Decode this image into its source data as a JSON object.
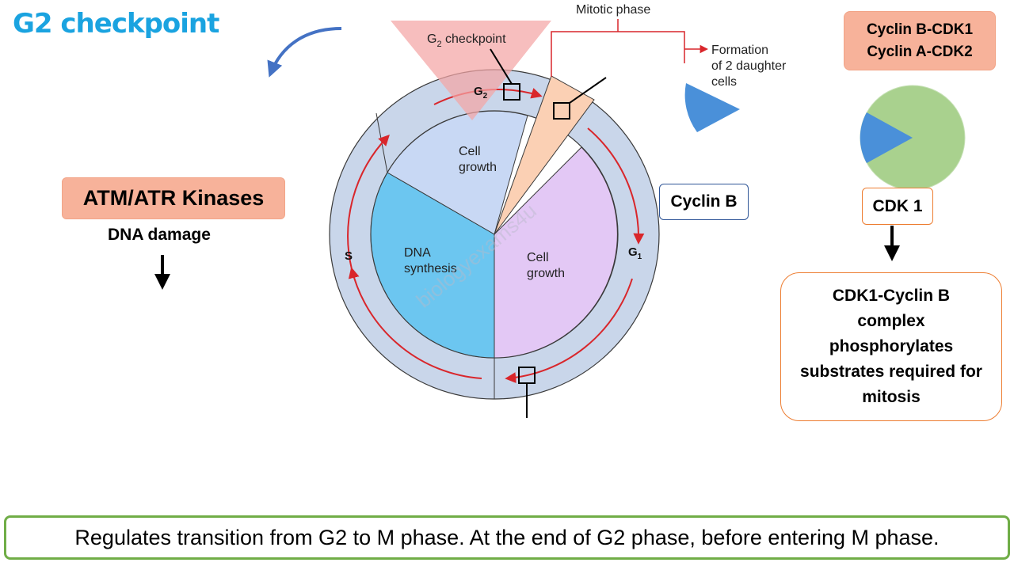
{
  "title": "G2 checkpoint",
  "colors": {
    "title": "#1aa3e0",
    "salmon_box": "#f7b29a",
    "orange_border": "#ed7d31",
    "blue_border": "#2f5597",
    "green_border": "#70ad47",
    "red_arrow": "#d9262b",
    "ring": "#c9d6ea",
    "g2_sector": "#c8d8f4",
    "s_sector": "#6cc6f0",
    "g1_sector": "#e3c8f5",
    "m_sector": "#fbd0b4",
    "g2_triangle": "#f4a5a5",
    "cdk_green": "#a9d18e",
    "cyclin_blue": "#4a90d9"
  },
  "left_panel": {
    "kinase_label": "ATM/ATR Kinases",
    "damage_label": "DNA damage"
  },
  "diagram": {
    "g2_checkpoint_label": "G",
    "g2_checkpoint_sub": "2",
    "g2_checkpoint_suffix": " checkpoint",
    "mitotic_phase_label": "Mitotic phase",
    "formation_line1": "Formation",
    "formation_line2": "of 2 daughter",
    "formation_line3": "cells",
    "g2_sector_line1": "Cell",
    "g2_sector_line2": "growth",
    "s_sector_line1": "DNA",
    "s_sector_line2": "synthesis",
    "g1_sector_line1": "Cell",
    "g1_sector_line2": "growth",
    "phase_g2": "G",
    "phase_g2_sub": "2",
    "phase_s": "S",
    "phase_g1": "G",
    "phase_g1_sub": "1",
    "watermark": "biologyexams4u"
  },
  "cyclin_b_label": "Cyclin B",
  "right_panel": {
    "cyclin_cdk_line1": "Cyclin B-CDK1",
    "cyclin_cdk_line2": "Cyclin A-CDK2",
    "cdk1_label": "CDK 1",
    "complex_text": "CDK1-Cyclin B complex phosphorylates substrates required for mitosis"
  },
  "banner_text": "Regulates transition from G2 to M phase. At the end of G2 phase, before entering M phase."
}
